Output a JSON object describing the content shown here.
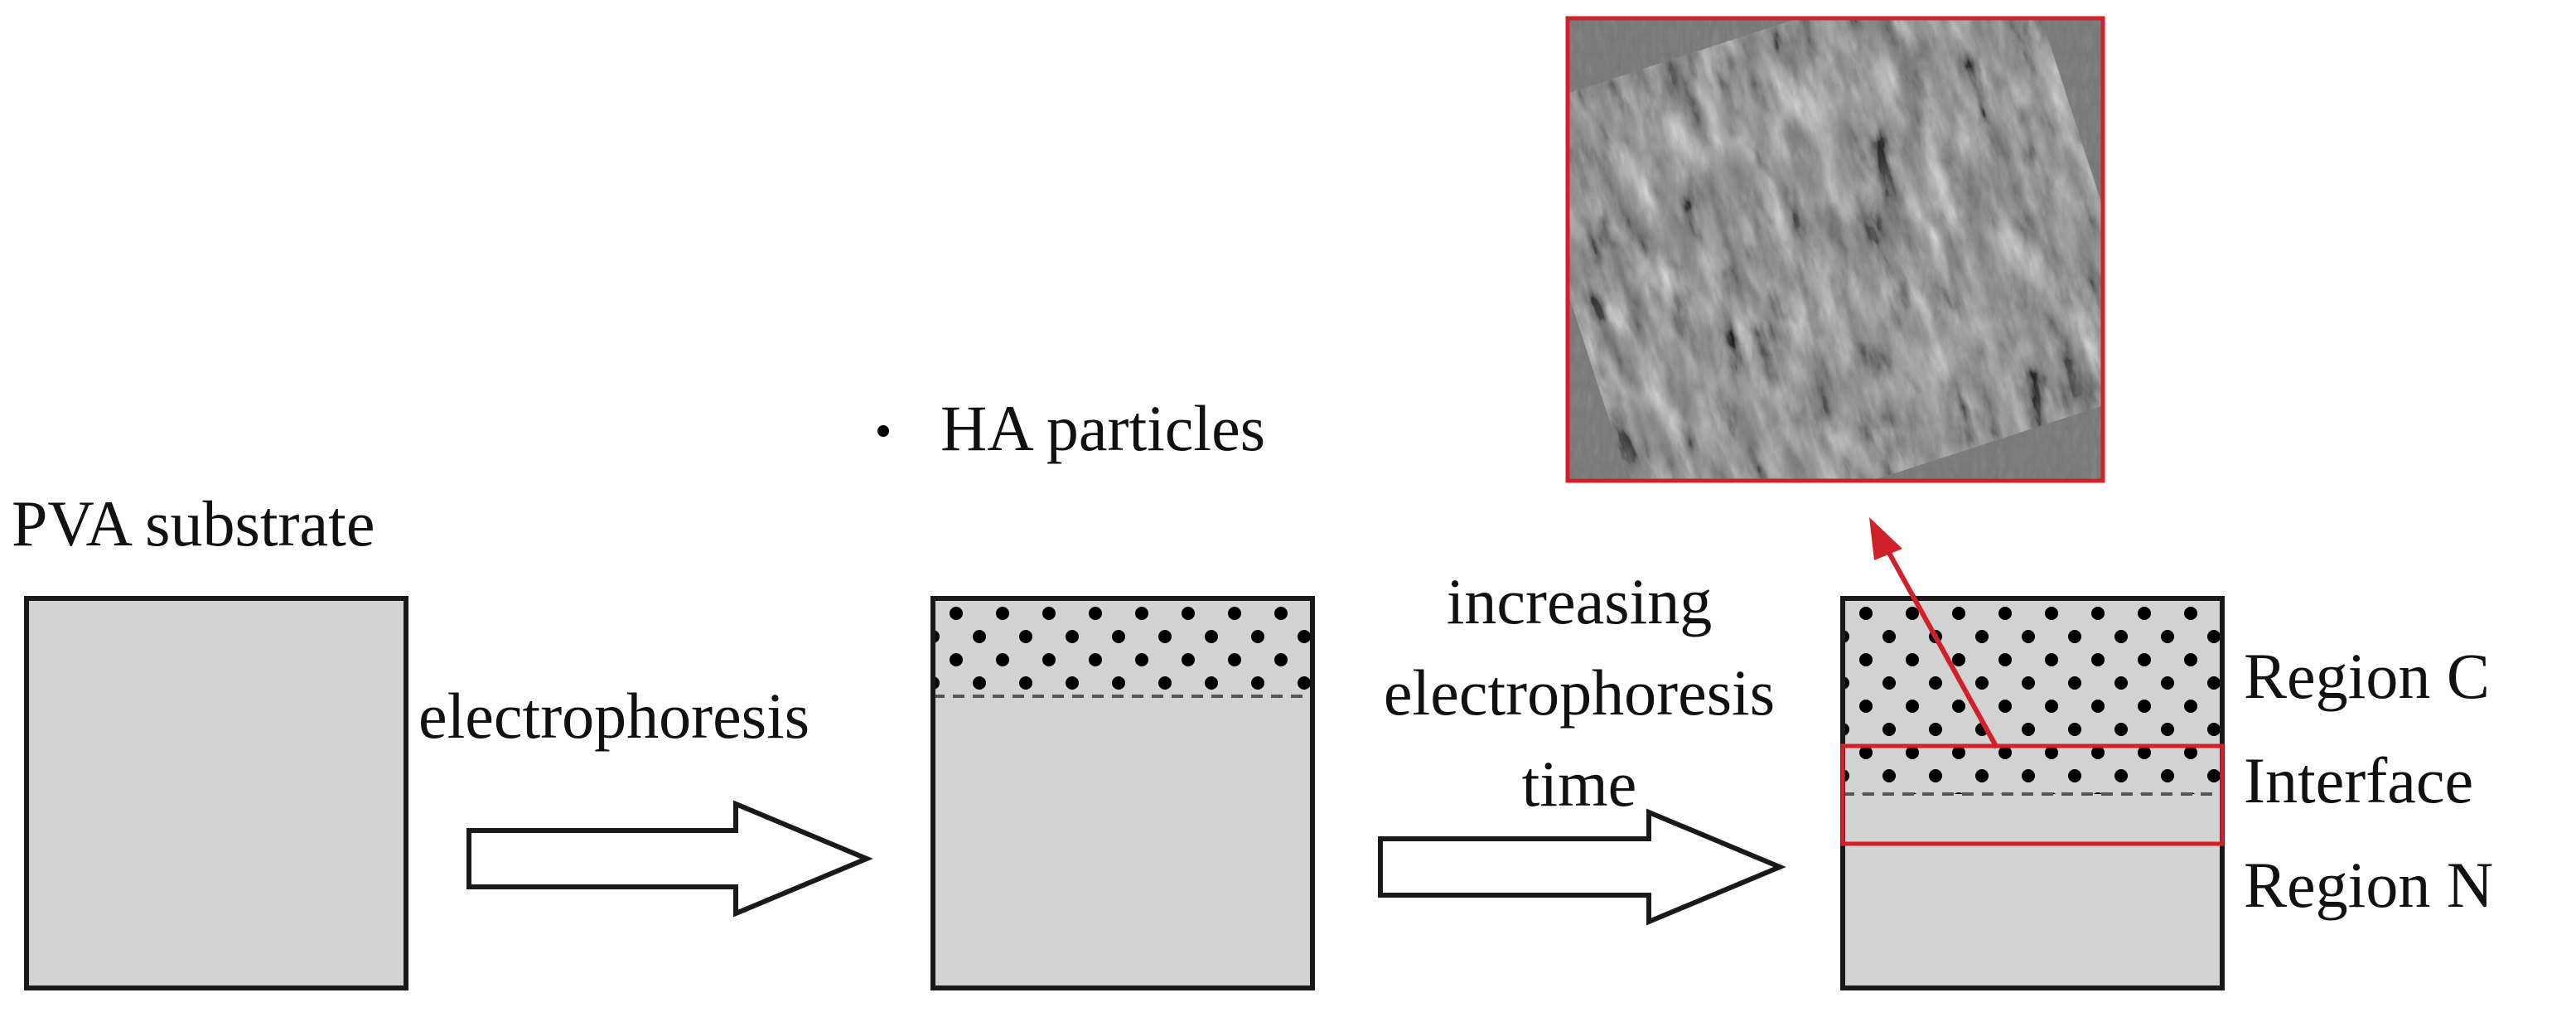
{
  "labels": {
    "pva_substrate": "PVA substrate",
    "ha_particles": "HA particles",
    "electrophoresis": "electrophoresis",
    "increasing_line1": "increasing",
    "increasing_line2": "electrophoresis",
    "increasing_line3": "time",
    "region_c": "Region C",
    "interface": "Interface",
    "region_n": "Region N"
  },
  "colors": {
    "substrate_fill": "#d3d3d3",
    "outline": "#1a1a1a",
    "particle": "#000000",
    "highlight": "#d0202a",
    "sem_bg": "#7a7a7a"
  },
  "icons": {
    "legend_marker": "dot-icon",
    "process_arrow": "hollow-right-arrow-icon",
    "callout_arrow": "red-arrow-icon"
  }
}
